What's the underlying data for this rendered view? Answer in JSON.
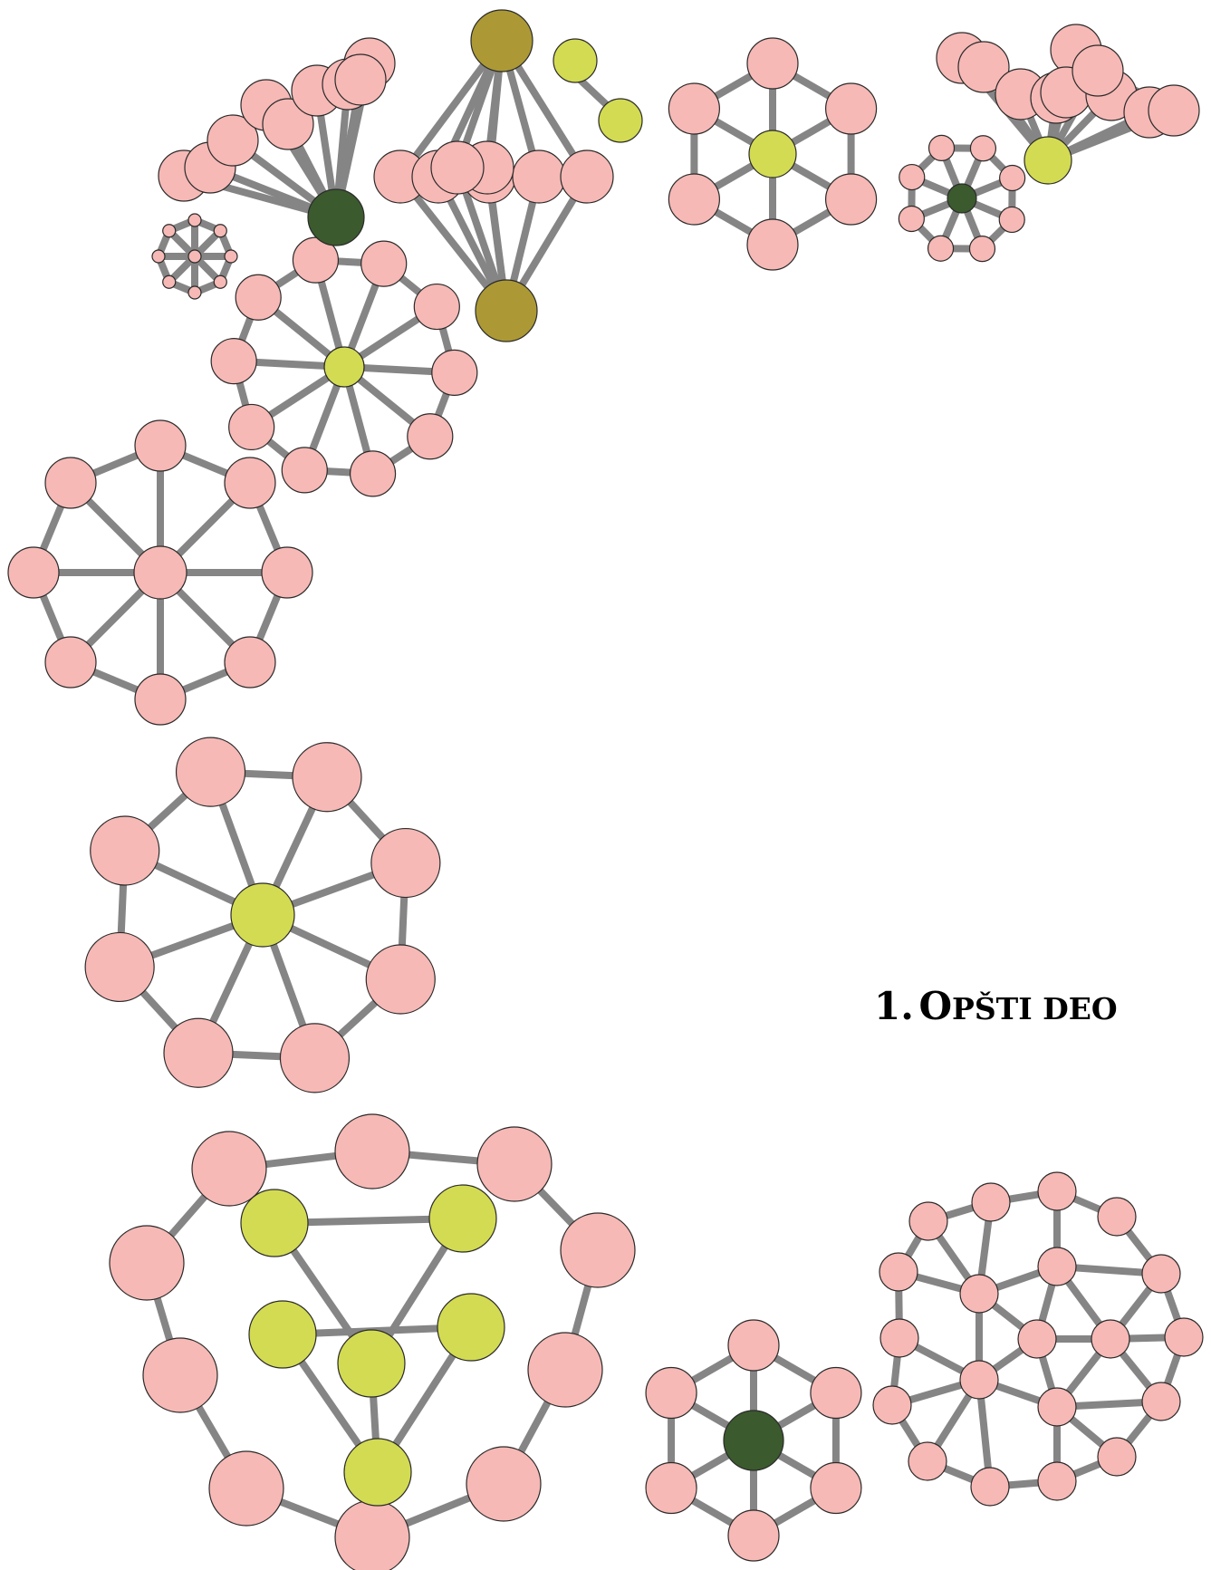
{
  "section": {
    "number": "1.",
    "first_letter": "O",
    "title_rest": "PŠTI DEO"
  },
  "colors": {
    "atom_pink": "#f6b9b6",
    "atom_lime": "#d3db52",
    "atom_olive": "#ac9935",
    "atom_dark_green": "#3b5a2e",
    "bond_gray": "#858585"
  },
  "illustration": {
    "subject": "molecular-cluster-structures"
  }
}
